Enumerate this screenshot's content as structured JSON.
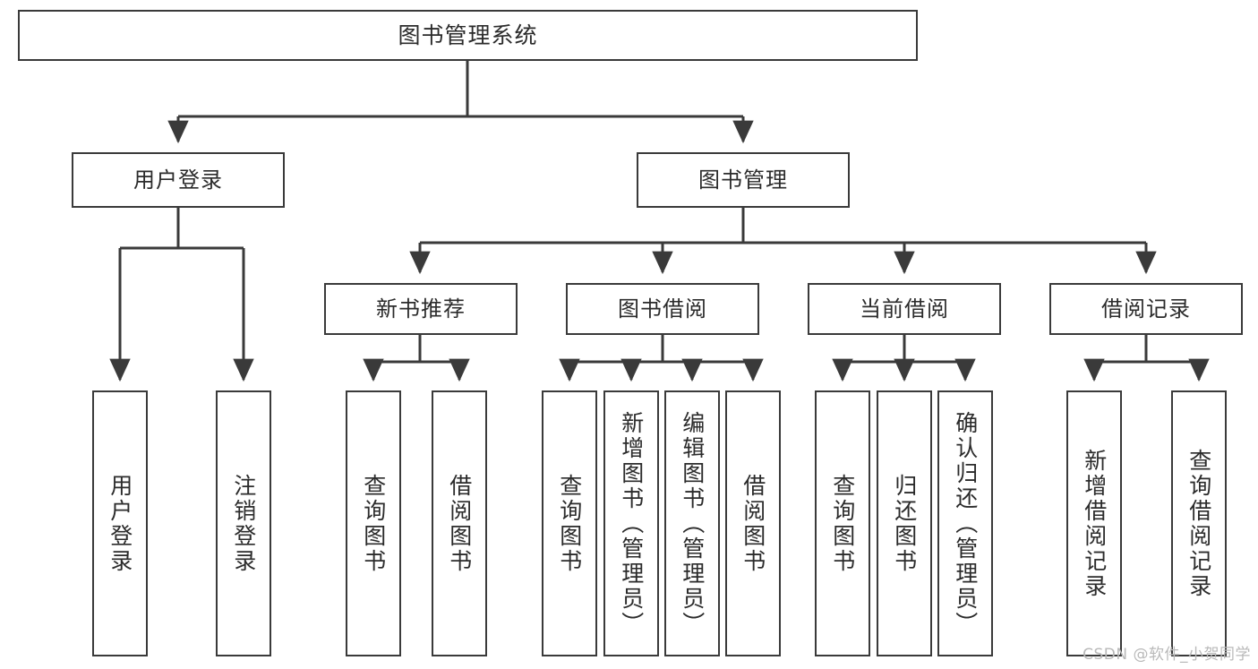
{
  "diagram": {
    "title": "图书管理系统",
    "type": "hierarchy-tree",
    "watermark": "CSDN @软件_小贺同学",
    "colors": {
      "box_border": "#3a3a3a",
      "box_fill": "#ffffff",
      "connector": "#3a3a3a",
      "text": "#2b2b2b",
      "watermark": "#b9b9b9",
      "background": "#ffffff"
    },
    "levels": {
      "root": {
        "label": "图书管理系统"
      },
      "level2": [
        {
          "id": "user-login",
          "label": "用户登录"
        },
        {
          "id": "book-manage",
          "label": "图书管理"
        }
      ],
      "level3": [
        {
          "id": "new-book-recommend",
          "label": "新书推荐",
          "parent": "book-manage"
        },
        {
          "id": "book-borrow",
          "label": "图书借阅",
          "parent": "book-manage"
        },
        {
          "id": "current-borrow",
          "label": "当前借阅",
          "parent": "book-manage"
        },
        {
          "id": "borrow-record",
          "label": "借阅记录",
          "parent": "book-manage"
        }
      ],
      "leaves": {
        "user-login": [
          {
            "id": "leaf-user-login",
            "label": "用户登录"
          },
          {
            "id": "leaf-user-logout",
            "label": "注销登录"
          }
        ],
        "new-book-recommend": [
          {
            "id": "leaf-query-book-1",
            "label": "查询图书"
          },
          {
            "id": "leaf-borrow-book-1",
            "label": "借阅图书"
          }
        ],
        "book-borrow": [
          {
            "id": "leaf-query-book-2",
            "label": "查询图书"
          },
          {
            "id": "leaf-add-book",
            "label": "新增图书（管理员）"
          },
          {
            "id": "leaf-edit-book",
            "label": "编辑图书（管理员）"
          },
          {
            "id": "leaf-borrow-book-2",
            "label": "借阅图书"
          }
        ],
        "current-borrow": [
          {
            "id": "leaf-query-book-3",
            "label": "查询图书"
          },
          {
            "id": "leaf-return-book",
            "label": "归还图书"
          },
          {
            "id": "leaf-confirm-return",
            "label": "确认归还（管理员）"
          }
        ],
        "borrow-record": [
          {
            "id": "leaf-add-record",
            "label": "新增借阅记录"
          },
          {
            "id": "leaf-query-record",
            "label": "查询借阅记录"
          }
        ]
      }
    }
  }
}
